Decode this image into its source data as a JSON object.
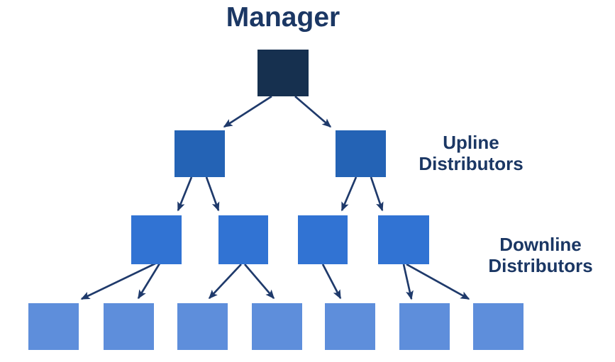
{
  "diagram": {
    "type": "hierarchy-tree",
    "title": "Manager",
    "labels": {
      "title": "Manager",
      "upline": {
        "line1": "Upline",
        "line2": "Distributors"
      },
      "downline": {
        "line1": "Downline",
        "line2": "Distributors"
      }
    },
    "levels": [
      {
        "name": "manager",
        "node_count": 1,
        "color": "#16304F"
      },
      {
        "name": "upline-distributors",
        "node_count": 2,
        "color": "#2463B5"
      },
      {
        "name": "downline-distributors",
        "node_count": 4,
        "color": "#3173D3"
      },
      {
        "name": "bottom-row-distributors",
        "node_count": 7,
        "color": "#5E8EDB"
      }
    ],
    "edges": [
      {
        "from": "manager",
        "to": "upline-1"
      },
      {
        "from": "manager",
        "to": "upline-2"
      },
      {
        "from": "upline-1",
        "to": "downline-1"
      },
      {
        "from": "upline-1",
        "to": "downline-2"
      },
      {
        "from": "upline-2",
        "to": "downline-3"
      },
      {
        "from": "upline-2",
        "to": "downline-4"
      },
      {
        "from": "downline-1",
        "to": "leaf-1"
      },
      {
        "from": "downline-1",
        "to": "leaf-2"
      },
      {
        "from": "downline-2",
        "to": "leaf-3"
      },
      {
        "from": "downline-2",
        "to": "leaf-4"
      },
      {
        "from": "downline-3",
        "to": "leaf-5"
      },
      {
        "from": "downline-4",
        "to": "leaf-6"
      },
      {
        "from": "downline-4",
        "to": "leaf-7"
      }
    ],
    "colors": {
      "manager_node": "#16304F",
      "upline_node": "#2463B5",
      "downline_node": "#3173D3",
      "leaf_node": "#5E8EDB",
      "arrow": "#1F3A6B",
      "text": "#1B3764",
      "background": "#FFFFFF"
    }
  }
}
